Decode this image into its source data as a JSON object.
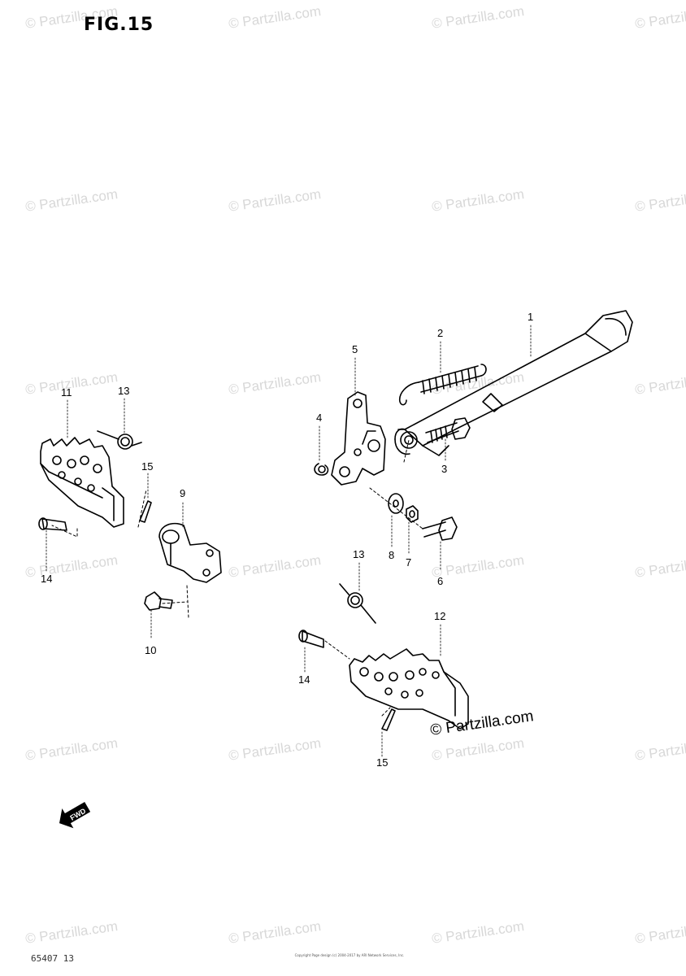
{
  "figure": {
    "title": "FIG.15",
    "footer_code": "65407 13",
    "footer_copyright": "Copyright\nPage design (c) 2004-2017 by ARI Network Services, Inc.",
    "main_copyright": "© Partzilla.com",
    "watermark": "© Partzilla.com"
  },
  "callouts": [
    {
      "id": "c1",
      "text": "1"
    },
    {
      "id": "c2",
      "text": "2"
    },
    {
      "id": "c3",
      "text": "3"
    },
    {
      "id": "c4",
      "text": "4"
    },
    {
      "id": "c5",
      "text": "5"
    },
    {
      "id": "c6",
      "text": "6"
    },
    {
      "id": "c7",
      "text": "7"
    },
    {
      "id": "c8",
      "text": "8"
    },
    {
      "id": "c9",
      "text": "9"
    },
    {
      "id": "c10",
      "text": "10"
    },
    {
      "id": "c11",
      "text": "11"
    },
    {
      "id": "c12",
      "text": "12"
    },
    {
      "id": "c13a",
      "text": "13"
    },
    {
      "id": "c13b",
      "text": "13"
    },
    {
      "id": "c14a",
      "text": "14"
    },
    {
      "id": "c14b",
      "text": "14"
    },
    {
      "id": "c15a",
      "text": "15"
    },
    {
      "id": "c15b",
      "text": "15"
    }
  ],
  "fwd_arrow_label": "FWD"
}
